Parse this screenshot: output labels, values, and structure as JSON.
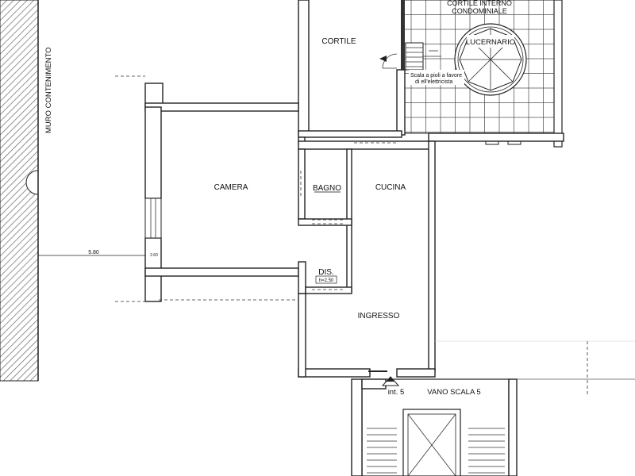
{
  "labels": {
    "muro": "MURO CONTENIMENTO",
    "cortile": "CORTILE",
    "cortile_interno_1": "CORTILE INTERNO",
    "cortile_interno_2": "CONDOMINIALE",
    "lucernario": "LUCERNARIO",
    "scala_pioli_1": "Scala a pioli a favore",
    "scala_pioli_2": "di ell'elettricista",
    "camera": "CAMERA",
    "bagno": "BAGNO",
    "cucina": "CUCINA",
    "dis": "DIS.",
    "dis_h": "h=2.50",
    "ingresso": "INGRESSO",
    "int": "int. 5",
    "vano_scala": "VANO SCALA 5",
    "dim_580": "5.80",
    "small_dim": "2.60"
  },
  "colors": {
    "wall_hatch": "#666666",
    "line": "#222222",
    "background": "#ffffff"
  }
}
